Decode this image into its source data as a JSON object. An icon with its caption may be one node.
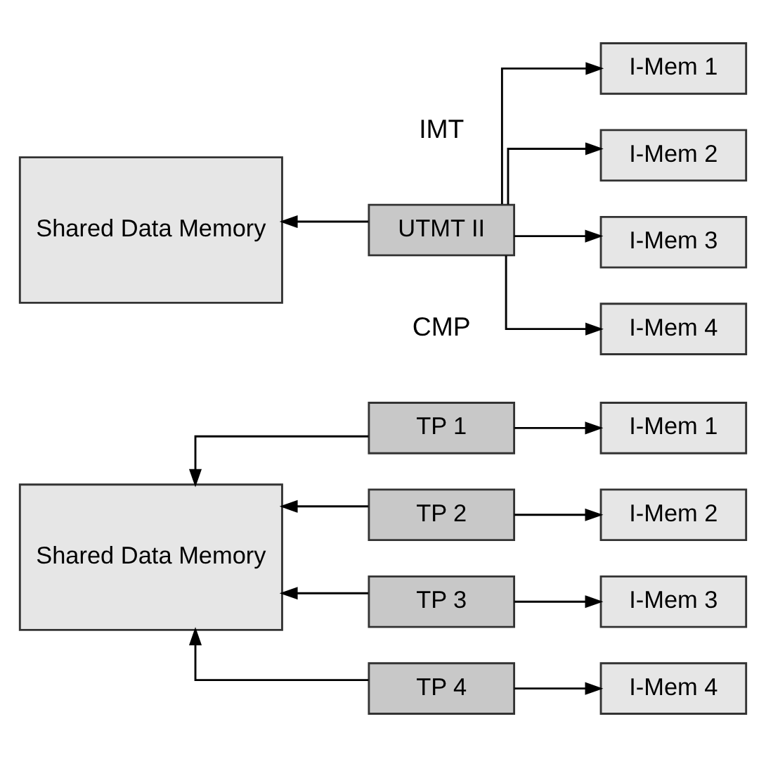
{
  "diagram": {
    "nodes": [
      {
        "text": [
          "Shared Data Memory"
        ]
      },
      {
        "text": [
          "UTMT II"
        ]
      },
      {
        "text": [
          "I-Mem 1"
        ]
      },
      {
        "text": [
          "I-Mem 2"
        ]
      },
      {
        "text": [
          "I-Mem 3"
        ]
      },
      {
        "text": [
          "I-Mem 4"
        ]
      },
      {
        "text": [
          "Shared Data Memory"
        ]
      },
      {
        "text": [
          "TP 1"
        ]
      },
      {
        "text": [
          "TP 2"
        ]
      },
      {
        "text": [
          "TP 3"
        ]
      },
      {
        "text": [
          "TP 4"
        ]
      },
      {
        "text": [
          "I-Mem 1"
        ]
      },
      {
        "text": [
          "I-Mem 2"
        ]
      },
      {
        "text": [
          "I-Mem 3"
        ]
      },
      {
        "text": [
          "I-Mem 4"
        ]
      }
    ],
    "edges": [
      {
        "from": 1,
        "to": 0,
        "arrow": "to"
      },
      {
        "from": 1,
        "to": 2,
        "arrow": "to"
      },
      {
        "from": 1,
        "to": 3,
        "arrow": "to"
      },
      {
        "from": 1,
        "to": 4,
        "arrow": "to"
      },
      {
        "from": 1,
        "to": 5,
        "arrow": "to"
      },
      {
        "from": 7,
        "to": 11,
        "arrow": "to"
      },
      {
        "from": 8,
        "to": 12,
        "arrow": "to"
      },
      {
        "from": 9,
        "to": 13,
        "arrow": "to"
      },
      {
        "from": 10,
        "to": 14,
        "arrow": "to"
      },
      {
        "from": 7,
        "to": 6,
        "arrow": "to"
      },
      {
        "from": 8,
        "to": 6,
        "arrow": "to"
      },
      {
        "from": 9,
        "to": 6,
        "arrow": "to"
      },
      {
        "from": 10,
        "to": 6,
        "arrow": "to"
      }
    ],
    "labels": [
      "IMT",
      "CMP"
    ]
  }
}
